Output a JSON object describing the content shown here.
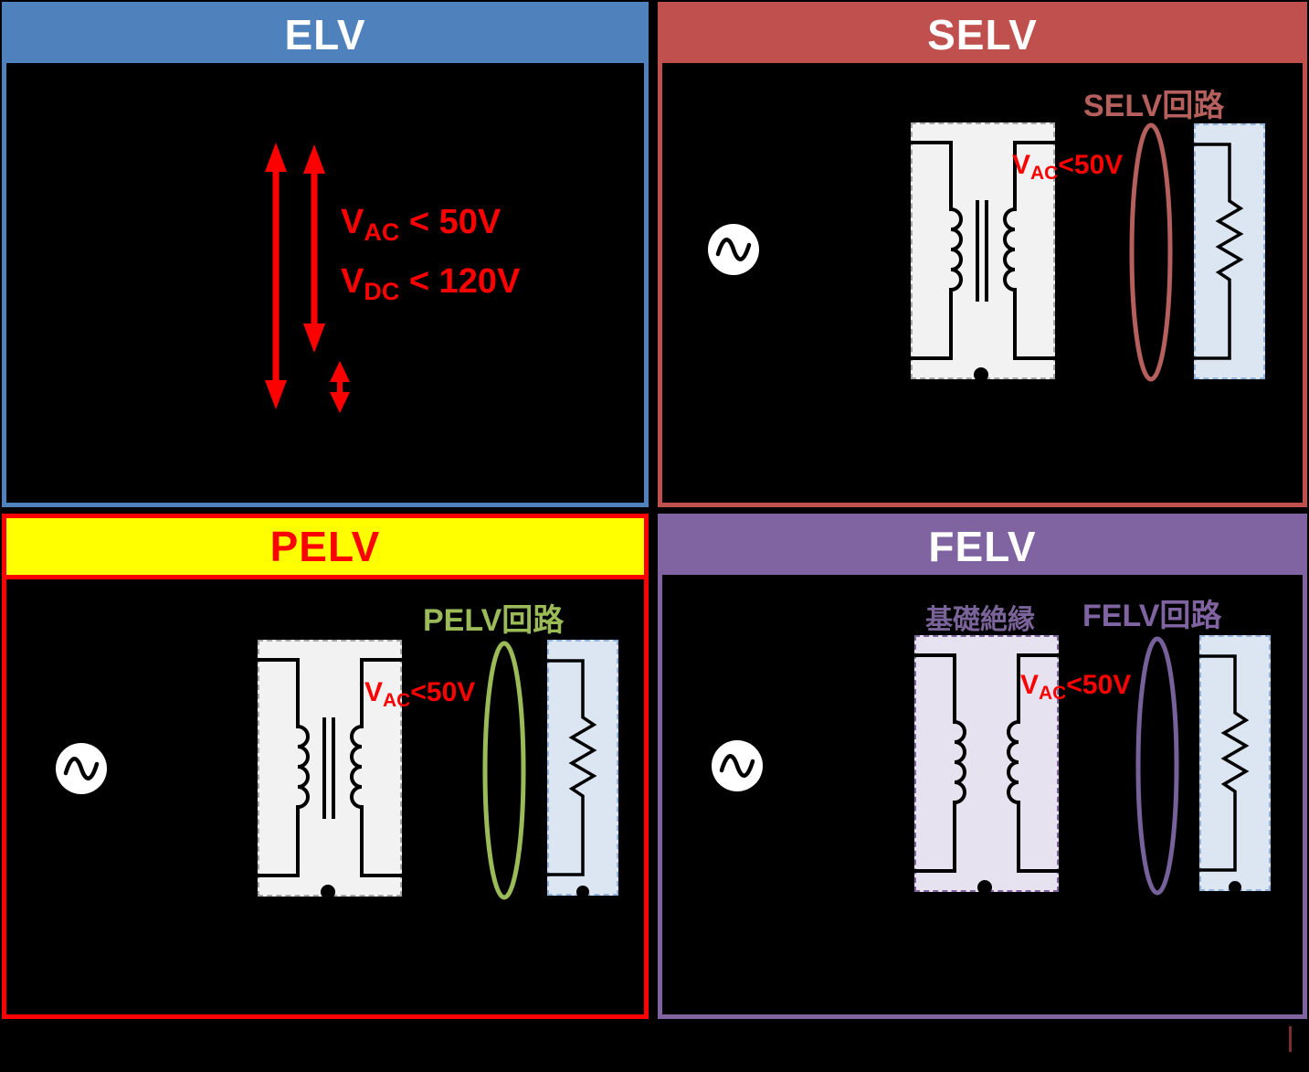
{
  "panels": {
    "elv": {
      "title": "ELV",
      "limits": [
        {
          "v": "V",
          "sub": "AC",
          "rest": " < 50V"
        },
        {
          "v": "V",
          "sub": "DC",
          "rest": " < 120V"
        }
      ]
    },
    "selv": {
      "title": "SELV",
      "circuit_label": "SELV回路",
      "limit": {
        "v": "V",
        "sub": "AC",
        "rest": "<50V"
      }
    },
    "pelv": {
      "title": "PELV",
      "circuit_label": "PELV回路",
      "limit": {
        "v": "V",
        "sub": "AC",
        "rest": "<50V"
      }
    },
    "felv": {
      "title": "FELV",
      "insulation_label": "基礎絶縁",
      "circuit_label": "FELV回路",
      "limit": {
        "v": "V",
        "sub": "AC",
        "rest": "<50V"
      }
    }
  },
  "colors": {
    "elv_accent": "#4F81BD",
    "selv_accent": "#C0504D",
    "selv_label": "#B5605C",
    "pelv_border": "#FF0000",
    "pelv_header_bg": "#FFFF00",
    "pelv_accent": "#9BBB59",
    "felv_accent": "#8064A2",
    "limit_text": "#FF0000",
    "transformer_box": "#F2F2F2",
    "felv_transformer_box": "#E7E2F0",
    "load_box": "#DCE6F2",
    "background": "#000000"
  }
}
